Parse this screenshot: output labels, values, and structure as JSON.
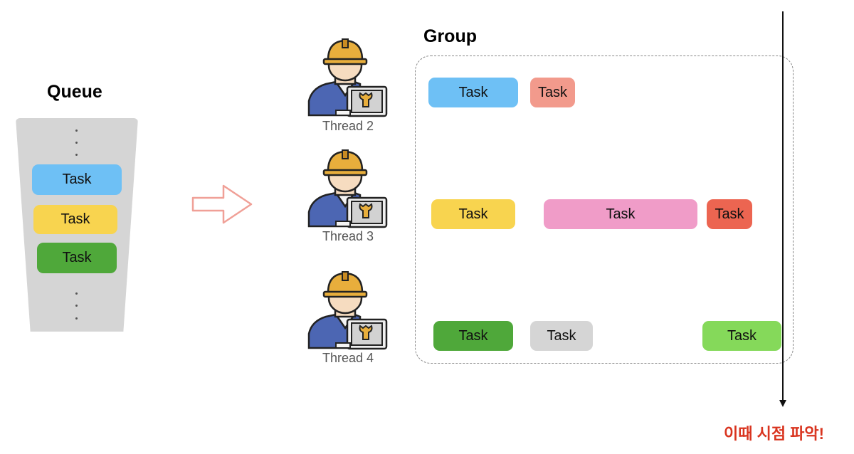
{
  "queue": {
    "title": "Queue",
    "tasks": [
      {
        "label": "Task",
        "color": "#6ec0f5"
      },
      {
        "label": "Task",
        "color": "#f8d44f"
      },
      {
        "label": "Task",
        "color": "#4fa83a"
      }
    ]
  },
  "group": {
    "title": "Group",
    "threads": [
      {
        "label": "Thread 2",
        "tasks": [
          {
            "label": "Task",
            "color": "#6ec0f5"
          },
          {
            "label": "Task",
            "color": "#f29a8c"
          }
        ]
      },
      {
        "label": "Thread 3",
        "tasks": [
          {
            "label": "Task",
            "color": "#f8d44f"
          },
          {
            "label": "Task",
            "color": "#f09cc8"
          },
          {
            "label": "Task",
            "color": "#ec6551"
          }
        ]
      },
      {
        "label": "Thread 4",
        "tasks": [
          {
            "label": "Task",
            "color": "#4fa83a"
          },
          {
            "label": "Task",
            "color": "#d5d5d5"
          },
          {
            "label": "Task",
            "color": "#85d95a"
          }
        ]
      }
    ]
  },
  "timeline": {
    "note": "이때 시점 파악!"
  },
  "icons": {
    "arrow": "hollow-right-arrow-icon",
    "worker": "worker-with-wrench-icon"
  }
}
